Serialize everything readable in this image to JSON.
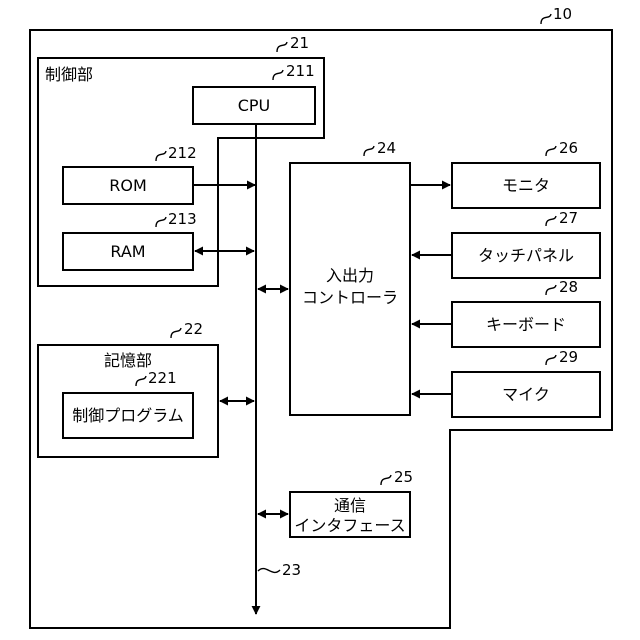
{
  "refs": {
    "device": "10",
    "control_unit": "21",
    "cpu": "211",
    "rom": "212",
    "ram": "213",
    "storage": "22",
    "control_program": "221",
    "bus": "23",
    "io_controller": "24",
    "comm_interface": "25",
    "monitor": "26",
    "touch_panel": "27",
    "keyboard": "28",
    "microphone": "29"
  },
  "labels": {
    "control_unit": "制御部",
    "cpu": "CPU",
    "rom": "ROM",
    "ram": "RAM",
    "storage": "記憶部",
    "control_program": "制御プログラム",
    "io_controller_line1": "入出力",
    "io_controller_line2": "コントローラ",
    "comm_interface_line1": "通信",
    "comm_interface_line2": "インタフェース",
    "monitor": "モニタ",
    "touch_panel": "タッチパネル",
    "keyboard": "キーボード",
    "microphone": "マイク"
  }
}
